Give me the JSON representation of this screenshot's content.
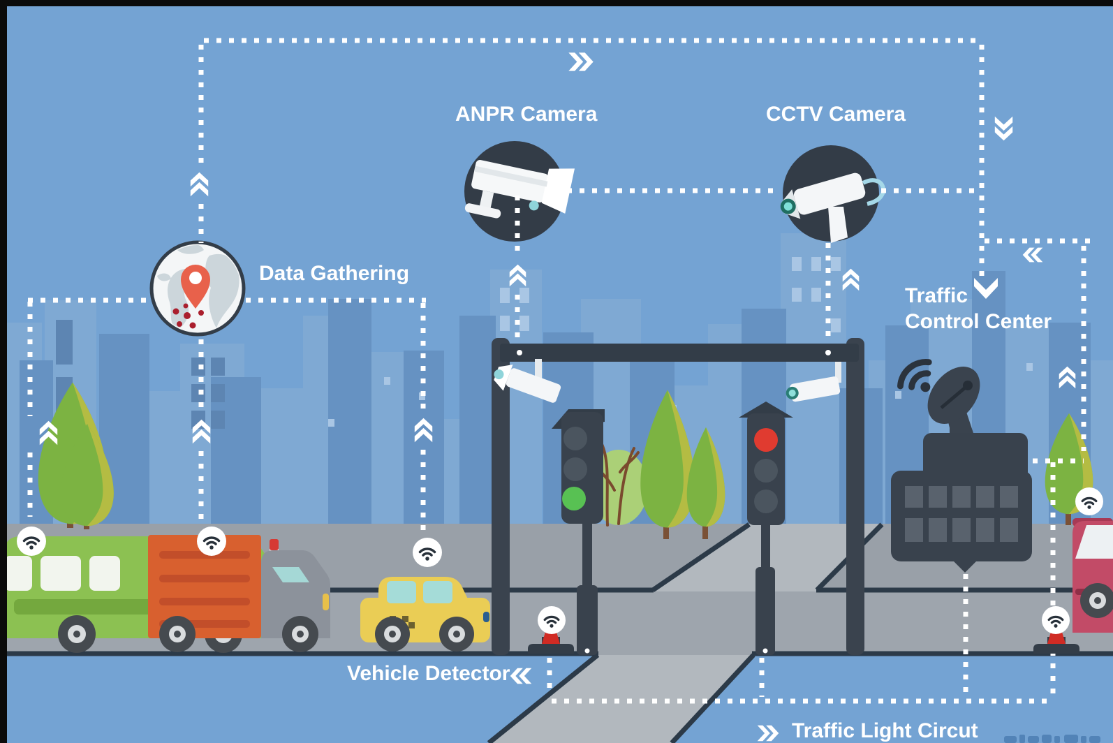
{
  "labels": {
    "anpr_camera": "ANPR Camera",
    "cctv_camera": "CCTV Camera",
    "data_gathering": "Data Gathering",
    "traffic_control_line1": "Traffic",
    "traffic_control_line2": "Control Center",
    "vehicle_detector": "Vehicle Detector",
    "traffic_light_circuit": "Traffic Light Circut"
  },
  "icons": {
    "anpr_camera_icon": "white box surveillance camera on dark disc",
    "cctv_camera_icon": "white cctv camera with cable on dark disc",
    "globe_pin_icon": "globe with orange location pin and red data dots",
    "satellite_dish_icon": "dark satellite dish with wifi signal on control-center building",
    "wifi_icon": "wifi signal in white circle badge",
    "vehicle_detector_icon": "red road sensor with wifi badge",
    "traffic_light_icon": "traffic light pole",
    "chevron_arrows": "white double chevrons along dotted connector lines"
  },
  "colors": {
    "sky": "#74a3d3",
    "skyline_light": "#7fa9d3",
    "skyline_dark": "#6692c2",
    "sidewalk": "#99a0a8",
    "road": "#9ea5ad",
    "cross_road": "#b2b8be",
    "curb_line": "#2c3a48",
    "dotted_line": "#ffffff",
    "icon_disc": "#333c47",
    "structure_dark": "#39424d",
    "bus_green": "#8cc152",
    "truck_orange": "#d8602f",
    "taxi_yellow": "#eacd55",
    "car_pink": "#c24b67",
    "tree_green": "#7cb342",
    "traffic_red": "#e03b30",
    "traffic_green": "#58c153",
    "detector_red": "#d02b24",
    "pin_orange": "#e8614b"
  }
}
